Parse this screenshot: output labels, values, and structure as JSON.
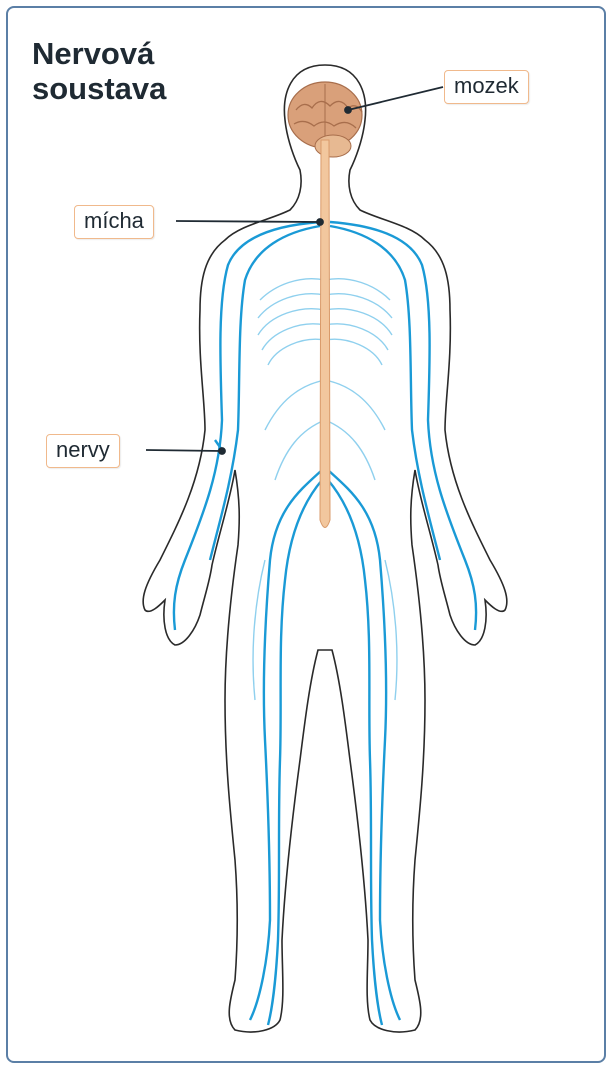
{
  "title": {
    "line1": "Nervová",
    "line2": "soustava"
  },
  "labels": {
    "brain": "mozek",
    "spinal_cord": "mícha",
    "nerves": "nervy"
  },
  "colors": {
    "frame": "#5b7fa6",
    "nerve": "#1a9ad6",
    "nerve_light": "#8fd0ee",
    "spinal_cord": "#f2c79e",
    "brain": "#d9a07a",
    "label_border": "#f0b98c",
    "outline": "#2a2a2a"
  },
  "icons": [
    "human-body-outline",
    "brain-icon",
    "spinal-cord",
    "nerve-network"
  ]
}
